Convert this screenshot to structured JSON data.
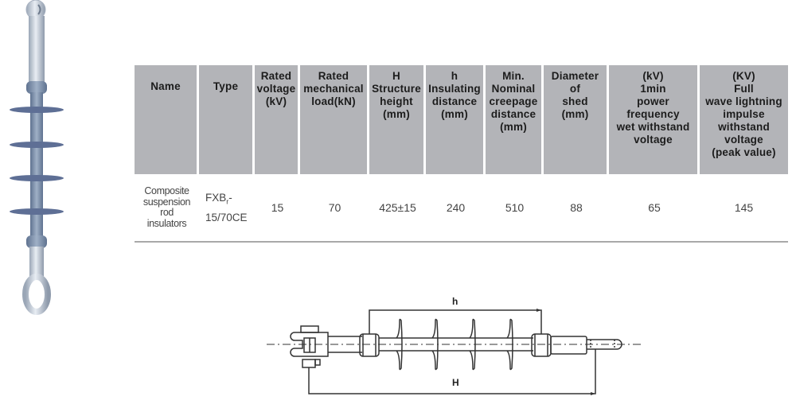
{
  "product_photo": {
    "alt": "composite-suspension-rod-insulator"
  },
  "table": {
    "headers": [
      "Name",
      "Type",
      "Rated\nvoltage\n(kV)",
      "Rated\nmechanical\nload(kN)",
      "H\nStructure\nheight\n(mm)",
      "h\nInsulating\ndistance\n(mm)",
      "Min.\nNominal\ncreepage\ndistance\n(mm)",
      "Diameter\nof\nshed\n(mm)",
      "(kV)\n1min\npower\nfrequency\nwet withstand\nvoltage",
      "(KV)\nFull\nwave lightning\nimpulse\nwithstand\nvoltage\n(peak value)"
    ],
    "rows": [
      {
        "name": "Composite\nsuspension\nrod\ninsulators",
        "type_main": "FXB",
        "type_sub": "r",
        "type_rest": "-\n15/70CE",
        "rated_voltage": "15",
        "rated_mechanical_load": "70",
        "structure_height": "425±15",
        "insulating_distance": "240",
        "creepage_distance": "510",
        "shed_diameter": "88",
        "power_frequency_withstand": "65",
        "lightning_impulse_withstand": "145"
      }
    ]
  },
  "diagram": {
    "label_h": "h",
    "label_H": "H"
  },
  "colors": {
    "header_bg": "#b3b4b8",
    "insulator_shed": "#5e6f95",
    "insulator_metal": "#c9d1dc"
  }
}
